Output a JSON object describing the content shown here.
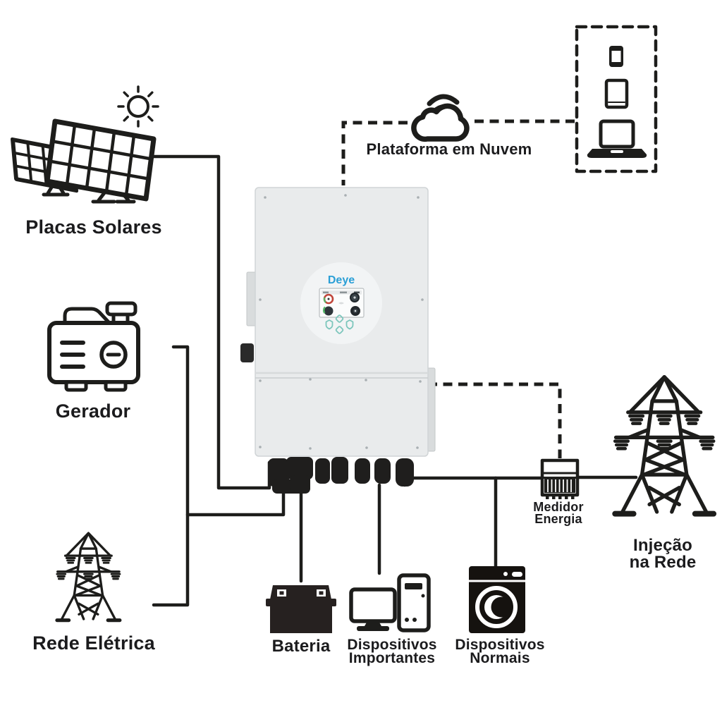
{
  "colors": {
    "line": "#1d1d1b",
    "icon": "#1d1d1b",
    "brand": "#2a9fd6",
    "inv_body": "#e9ebec",
    "teal": "#7cc6bc"
  },
  "inverter": {
    "brand": "Deye"
  },
  "nodes": {
    "placas_solares": {
      "label": "Placas Solares"
    },
    "gerador": {
      "label": "Gerador"
    },
    "rede_eletrica": {
      "label": "Rede Elétrica"
    },
    "plataforma_nuvem": {
      "label": "Plataforma em Nuvem"
    },
    "bateria": {
      "label": "Bateria"
    },
    "dispositivos_importantes": {
      "line1": "Dispositivos",
      "line2": "Importantes"
    },
    "dispositivos_normais": {
      "line1": "Dispositivos",
      "line2": "Normais"
    },
    "medidor_energia": {
      "line1": "Medidor",
      "line2": "Energia"
    },
    "injecao_na_rede": {
      "line1": "Injeção",
      "line2": "na Rede"
    }
  }
}
